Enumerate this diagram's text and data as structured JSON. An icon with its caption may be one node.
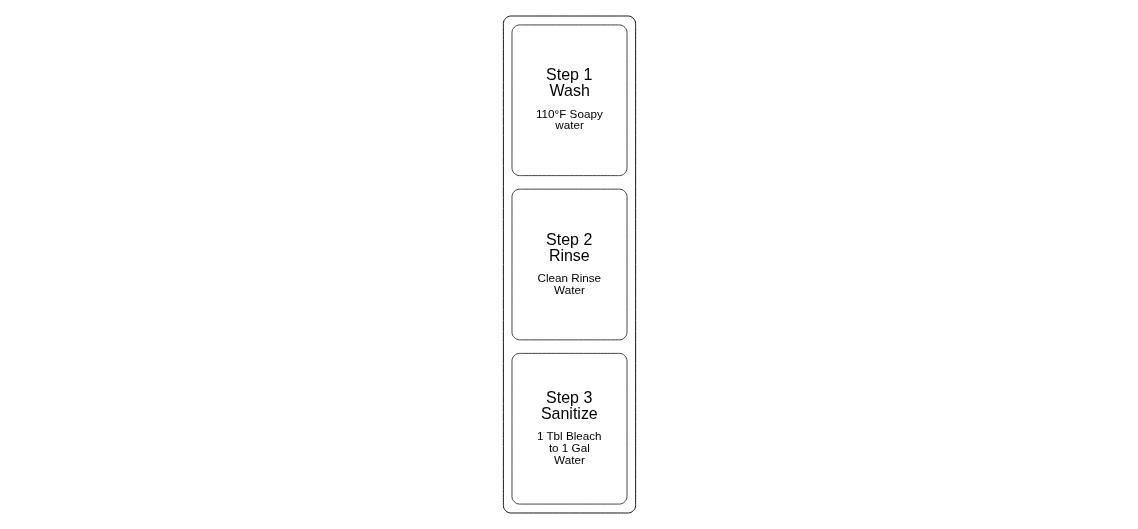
{
  "diagram": {
    "nodes": [
      {
        "text": [],
        "shape": "box"
      },
      {
        "text": [
          "Step 1 Wash",
          "110°F Soapy water"
        ],
        "in": 0
      },
      {
        "text": [
          "Step 2 Rinse",
          "Clean Rinse Water"
        ],
        "in": 0
      },
      {
        "text": [
          "Step 3 Sanitize",
          "1 Tbl Bleach to 1 Gal Water"
        ],
        "in": 0
      }
    ]
  }
}
